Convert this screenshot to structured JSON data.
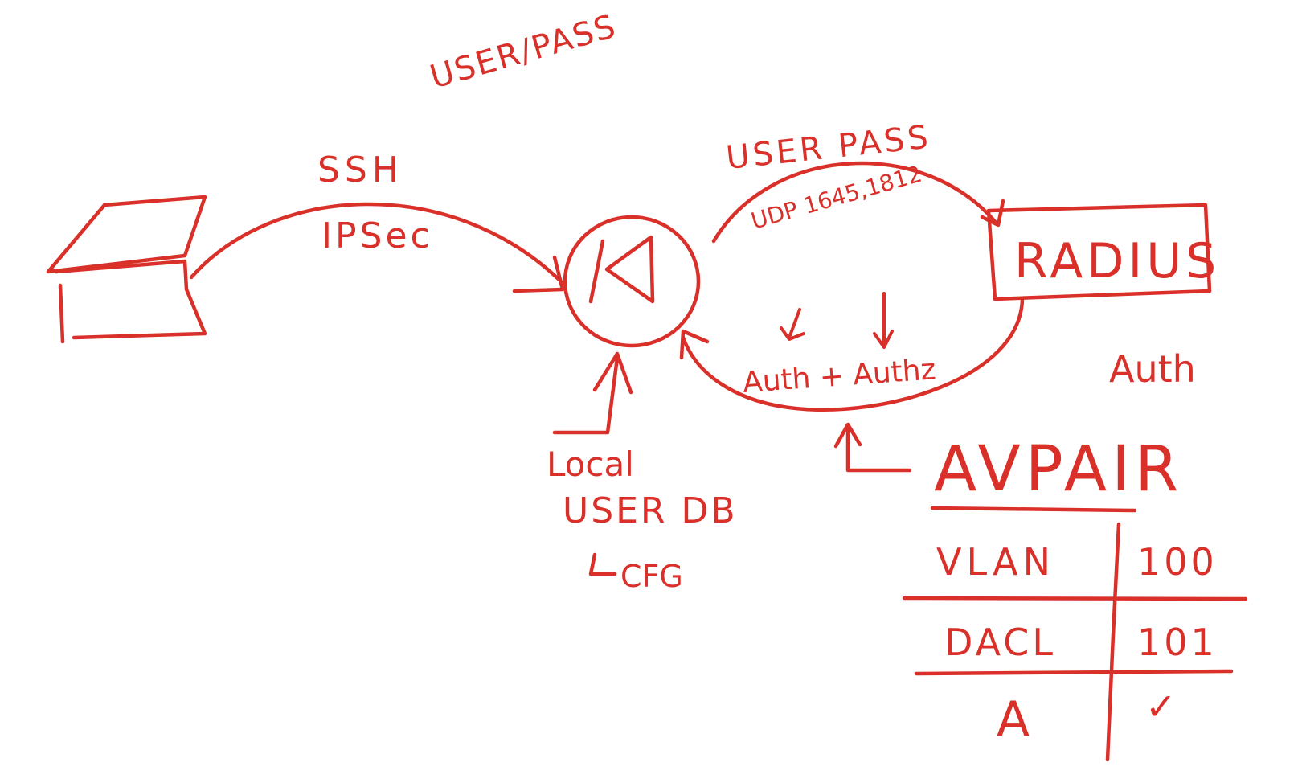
{
  "colors": {
    "ink": "#d9302a",
    "background": "#ffffff"
  },
  "labels": {
    "user_pass_top": "USER/PASS",
    "ssh": "SSH",
    "ipsec": "IPSec",
    "user_pass_radius": "USER PASS",
    "udp_ports": "UDP 1645,1812",
    "radius": "RADIUS",
    "auth_authz": "Auth + Authz",
    "auth_right": "Auth",
    "local": "Local",
    "user_db": "USER DB",
    "cfg": "CFG",
    "avpair_title": "AVPAIR"
  },
  "avpair_table": {
    "rows": [
      {
        "attribute": "VLAN",
        "value": "100"
      },
      {
        "attribute": "DACL",
        "value": "101"
      },
      {
        "attribute": "A",
        "value": "✓"
      }
    ]
  },
  "icons": {
    "client": "laptop-icon",
    "router": "router-icon"
  }
}
